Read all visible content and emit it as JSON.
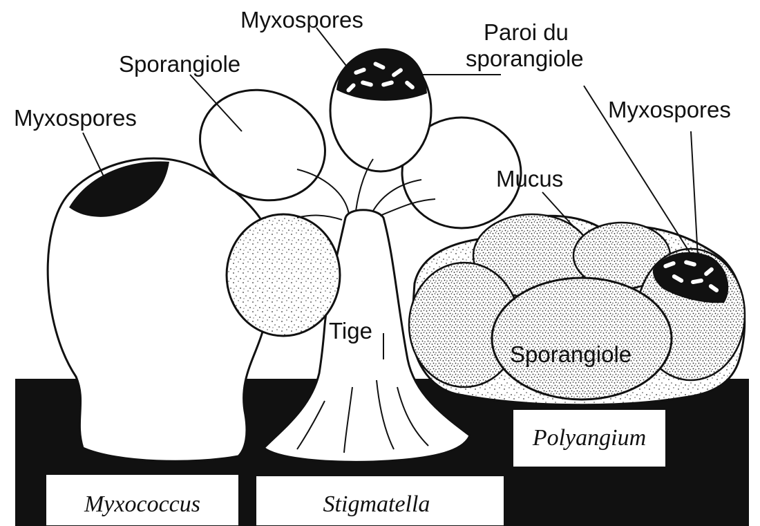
{
  "figure": {
    "labels": {
      "myxospores_left": "Myxospores",
      "sporangiole_top": "Sporangiole",
      "myxospores_top": "Myxospores",
      "paroi_line1": "Paroi du",
      "paroi_line2": "sporangiole",
      "myxospores_right": "Myxospores",
      "mucus": "Mucus",
      "tige": "Tige",
      "sporangiole_bottom": "Sporangiole"
    },
    "genera": {
      "myxococcus": "Myxococcus",
      "stigmatella": "Stigmatella",
      "polyangium": "Polyangium"
    },
    "colors": {
      "ink": "#111111",
      "paper": "#ffffff"
    }
  }
}
